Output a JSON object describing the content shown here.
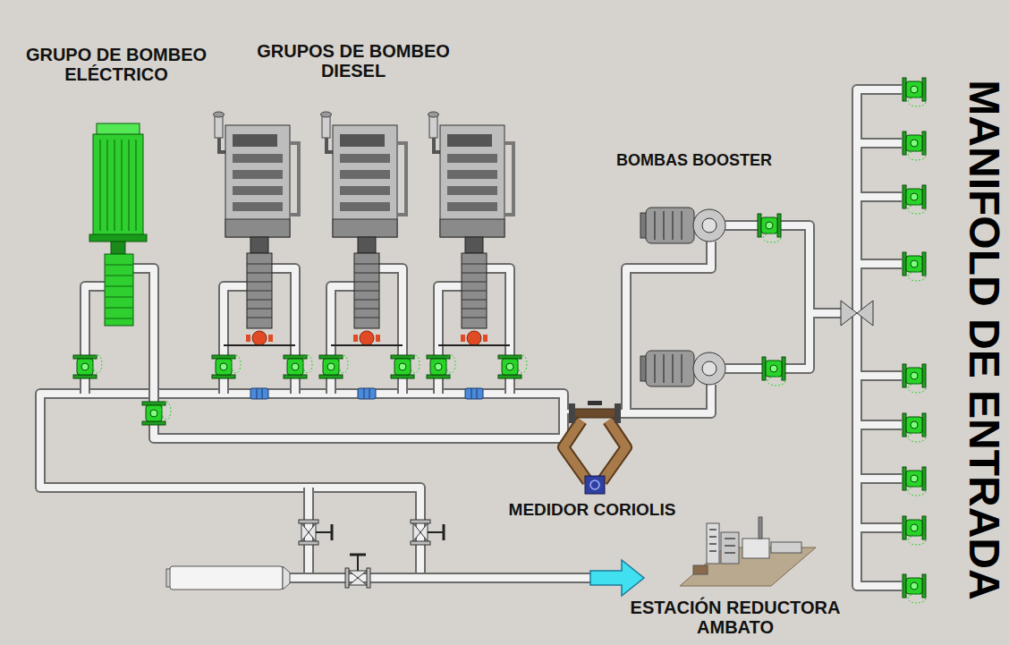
{
  "diagram": {
    "labels": [
      "GRUPO DE BOMBEO ELÉCTRICO",
      "GRUPOS DE BOMBEO DIESEL",
      "BOMBAS BOOSTER",
      "MEDIDOR CORIOLIS",
      "ESTACIÓN REDUCTORA AMBATO",
      "MANIFOLD DE ENTRADA"
    ]
  }
}
